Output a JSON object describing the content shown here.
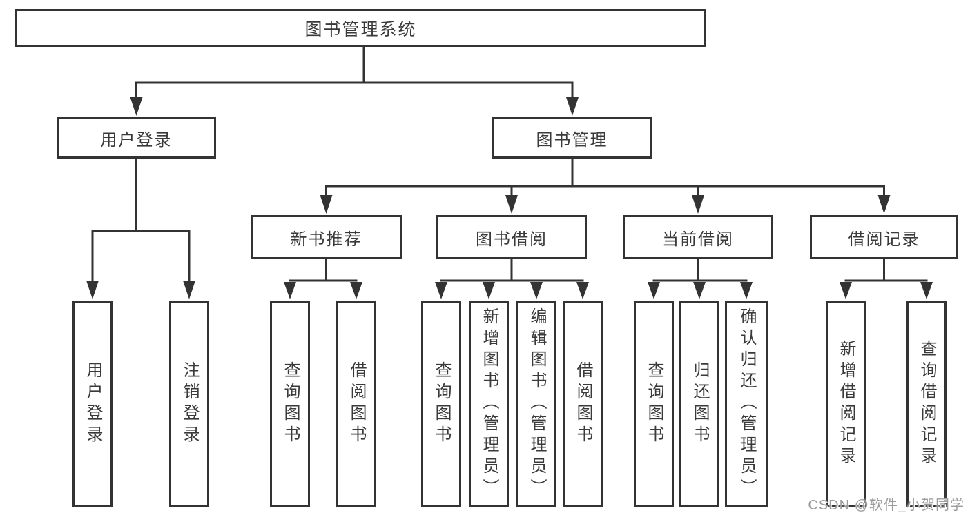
{
  "diagram": {
    "type": "tree",
    "title": "图书管理系统",
    "tree": {
      "label": "图书管理系统",
      "children": [
        {
          "label": "用户登录",
          "children": [
            {
              "label": "用户登录"
            },
            {
              "label": "注销登录"
            }
          ]
        },
        {
          "label": "图书管理",
          "children": [
            {
              "label": "新书推荐",
              "children": [
                {
                  "label": "查询图书"
                },
                {
                  "label": "借阅图书"
                }
              ]
            },
            {
              "label": "图书借阅",
              "children": [
                {
                  "label": "查询图书"
                },
                {
                  "label": "新增图书（管理员）"
                },
                {
                  "label": "编辑图书（管理员）"
                },
                {
                  "label": "借阅图书"
                }
              ]
            },
            {
              "label": "当前借阅",
              "children": [
                {
                  "label": "查询图书"
                },
                {
                  "label": "归还图书"
                },
                {
                  "label": "确认归还（管理员）"
                }
              ]
            },
            {
              "label": "借阅记录",
              "children": [
                {
                  "label": "新增借阅记录"
                },
                {
                  "label": "查询借阅记录"
                }
              ]
            }
          ]
        }
      ]
    },
    "colors": {
      "line": "#333333",
      "text": "#3a3a3a",
      "node_background": "#ffffff",
      "page_background": "#ffffff",
      "watermark": "#9b9b9b"
    }
  },
  "watermark": {
    "text": "CSDN @软件_小贺同学"
  }
}
